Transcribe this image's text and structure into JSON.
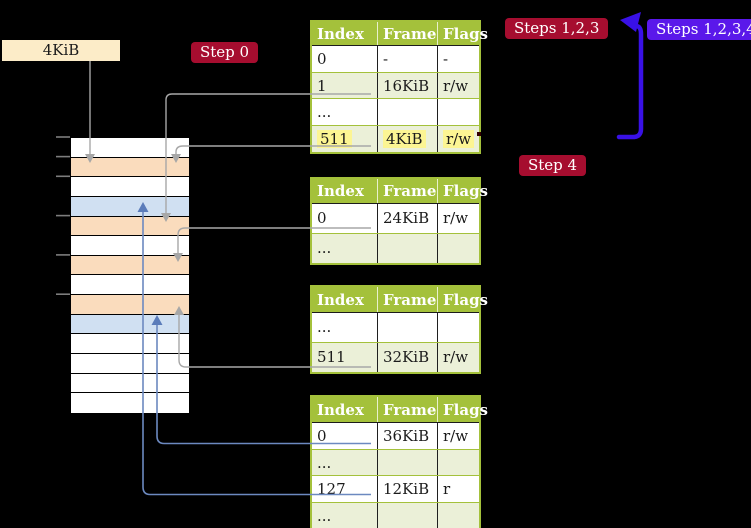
{
  "labels": {
    "page_size": "4KiB"
  },
  "badges": {
    "step0": "Step 0",
    "steps123": "Steps 1,2,3",
    "steps1234": "Steps 1,2,3,4",
    "step4": "Step 4"
  },
  "colors": {
    "white": "#ffffff",
    "orange": "#fadcbd",
    "blue": "#d0e0f2",
    "table_header_green": "#a4c13b",
    "table_alt_row_green": "#ebf0d8",
    "highlight_yellow": "#fcf593",
    "badge_red": "#a60d2f",
    "badge_blue": "#5a18ea",
    "big_arrow_blue": "#3911e6",
    "connector_gray": "#a7a7a7",
    "connector_steelblue": "#6c89c0",
    "page_size_label_bg": "#fcecc8"
  },
  "memory_column": {
    "rows": [
      "white",
      "orange",
      "white",
      "blue",
      "orange",
      "white",
      "orange",
      "white",
      "orange",
      "blue",
      "white",
      "white",
      "white",
      "white"
    ]
  },
  "tables": [
    {
      "headers": [
        "Index",
        "Frame",
        "Flags"
      ],
      "rows": [
        {
          "cells": [
            "0",
            "-",
            "-"
          ]
        },
        {
          "cells": [
            "1",
            "16KiB",
            "r/w"
          ]
        },
        {
          "cells": [
            "...",
            "",
            ""
          ]
        },
        {
          "cells": [
            "511",
            "4KiB",
            "r/w"
          ]
        }
      ]
    },
    {
      "headers": [
        "Index",
        "Frame",
        "Flags"
      ],
      "rows": [
        {
          "cells": [
            "0",
            "24KiB",
            "r/w"
          ]
        },
        {
          "cells": [
            "...",
            "",
            ""
          ]
        }
      ]
    },
    {
      "headers": [
        "Index",
        "Frame",
        "Flags"
      ],
      "rows": [
        {
          "cells": [
            "...",
            "",
            ""
          ]
        },
        {
          "cells": [
            "511",
            "32KiB",
            "r/w"
          ]
        }
      ]
    },
    {
      "headers": [
        "Index",
        "Frame",
        "Flags"
      ],
      "rows": [
        {
          "cells": [
            "0",
            "36KiB",
            "r/w"
          ]
        },
        {
          "cells": [
            "...",
            "",
            ""
          ]
        },
        {
          "cells": [
            "127",
            "12KiB",
            "r"
          ]
        },
        {
          "cells": [
            "...",
            "",
            ""
          ]
        }
      ]
    }
  ]
}
